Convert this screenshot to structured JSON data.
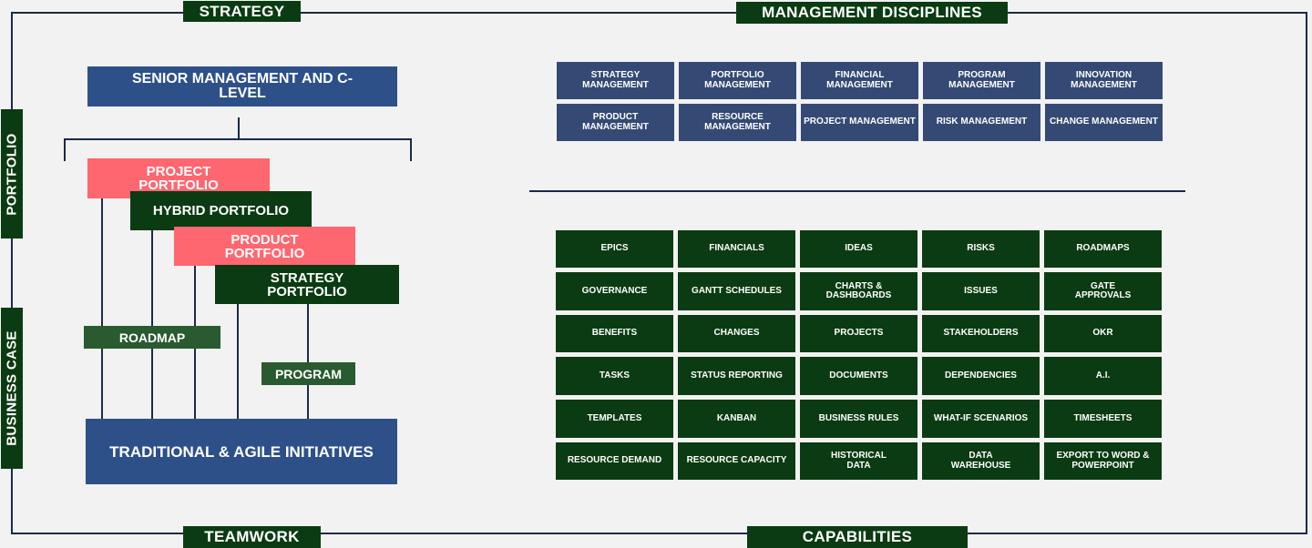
{
  "labels": {
    "strategy": "STRATEGY",
    "teamwork": "TEAMWORK",
    "management_disciplines": "MANAGEMENT DISCIPLINES",
    "capabilities": "CAPABILITIES",
    "portfolio": "PORTFOLIO",
    "business_case": "BUSINESS CASE"
  },
  "hierarchy": {
    "senior_management": "SENIOR MANAGEMENT AND C-LEVEL",
    "project_portfolio": "PROJECT PORTFOLIO",
    "hybrid_portfolio": "HYBRID PORTFOLIO",
    "product_portfolio": "PRODUCT PORTFOLIO",
    "strategy_portfolio": "STRATEGY PORTFOLIO",
    "roadmap": "ROADMAP",
    "program": "PROGRAM",
    "initiatives": "TRADITIONAL & AGILE INITIATIVES"
  },
  "management_disciplines": [
    "STRATEGY MANAGEMENT",
    "PORTFOLIO MANAGEMENT",
    "FINANCIAL MANAGEMENT",
    "PROGRAM MANAGEMENT",
    "INNOVATION MANAGEMENT",
    "PRODUCT MANAGEMENT",
    "RESOURCE MANAGEMENT",
    "PROJECT MANAGEMENT",
    "RISK MANAGEMENT",
    "CHANGE MANAGEMENT"
  ],
  "capabilities": [
    "EPICS",
    "FINANCIALS",
    "IDEAS",
    "RISKS",
    "ROADMAPS",
    "GOVERNANCE",
    "GANTT SCHEDULES",
    "CHARTS & DASHBOARDS",
    "ISSUES",
    "GATE APPROVALS",
    "BENEFITS",
    "CHANGES",
    "PROJECTS",
    "STAKEHOLDERS",
    "OKR",
    "TASKS",
    "STATUS REPORTING",
    "DOCUMENTS",
    "DEPENDENCIES",
    "A.I.",
    "TEMPLATES",
    "KANBAN",
    "BUSINESS RULES",
    "WHAT-IF SCENARIOS",
    "TIMESHEETS",
    "RESOURCE DEMAND",
    "RESOURCE CAPACITY",
    "HISTORICAL DATA",
    "DATA WAREHOUSE",
    "EXPORT TO WORD & POWERPOINT"
  ],
  "colors": {
    "dark_green": "#0b3b12",
    "medium_green": "#295a30",
    "blue": "#2e5089",
    "discipline_blue": "#344a74",
    "pink": "#fe6670",
    "frame": "#1a2a48"
  }
}
